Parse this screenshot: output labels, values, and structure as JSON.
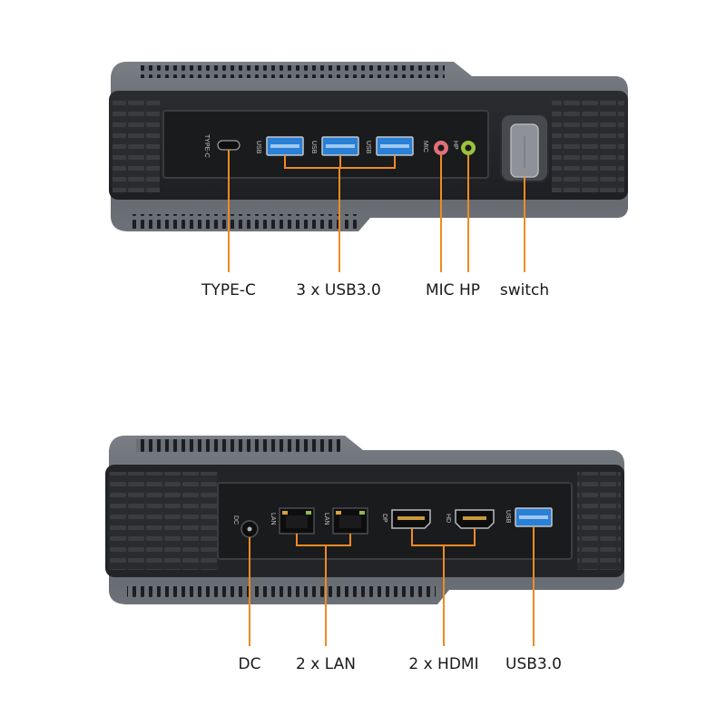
{
  "front_panel": {
    "labels": {
      "type_c": "TYPE-C",
      "usb": "3 x USB3.0",
      "mic_hp": "MIC HP",
      "switch": "switch"
    },
    "port_text": {
      "type_c": "TYPE-C",
      "usb": "USB",
      "mic": "MIC",
      "hp": "HP"
    }
  },
  "rear_panel": {
    "labels": {
      "dc": "DC",
      "lan": "2 x LAN",
      "hdmi": "2 x HDMI",
      "usb": "USB3.0"
    },
    "port_text": {
      "dc": "DC",
      "lan": "LAN",
      "dp": "DP",
      "hd": "HD",
      "usb": "USB"
    }
  },
  "colors": {
    "leader_line": "#f08a24",
    "chassis_gray": "#5d6168",
    "panel_dark": "#2a2b2e",
    "usb_blue": "#2a7fd6",
    "mic_pink": "#e0707a",
    "hp_green": "#9ac23c"
  }
}
